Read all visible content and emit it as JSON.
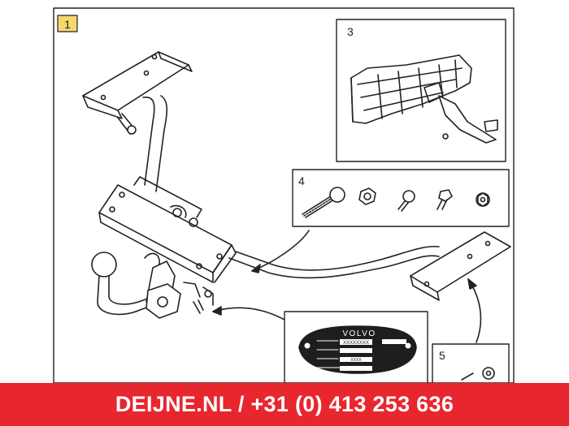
{
  "diagram": {
    "callouts": {
      "c1": "1",
      "c3": "3",
      "c4": "4",
      "c5": "5"
    },
    "plate": {
      "brand": "VOLVO",
      "serial_value": "XXXXXXXX",
      "coupling_value": "XXXX"
    },
    "accent_color": "#f5d76e",
    "line_color": "#222222"
  },
  "banner": {
    "text": "DEIJNE.NL / +31 (0) 413 253 636",
    "background": "#e8262e",
    "color": "#ffffff"
  }
}
